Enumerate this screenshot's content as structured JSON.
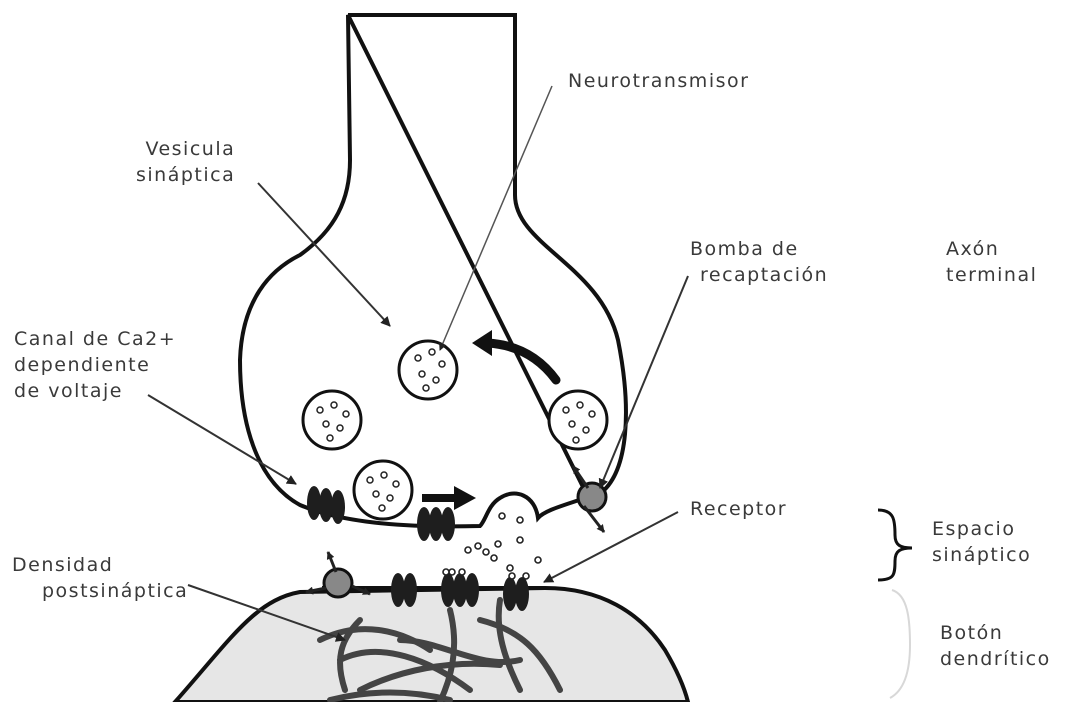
{
  "labels": {
    "neurotransmisor": [
      "Neurotransmisor"
    ],
    "vesicula": [
      "Vesicula",
      "sináptica"
    ],
    "bomba": [
      "Bomba de",
      "recaptación"
    ],
    "axon": [
      "Axón",
      "terminal"
    ],
    "canal": [
      "Canal de Ca2+",
      "dependiente",
      "de voltaje"
    ],
    "receptor": [
      "Receptor"
    ],
    "espacio": [
      "Espacio",
      "sináptico"
    ],
    "densidad": [
      "Densidad",
      "postsináptica"
    ],
    "boton": [
      "Botón",
      "dendrítico"
    ]
  },
  "colors": {
    "outline": "#111111",
    "dendrite_fill": "#e6e6e6",
    "receptor_fill": "#888888",
    "channel_fill": "#1e1e1e",
    "label_text": "#3a3a3a"
  }
}
